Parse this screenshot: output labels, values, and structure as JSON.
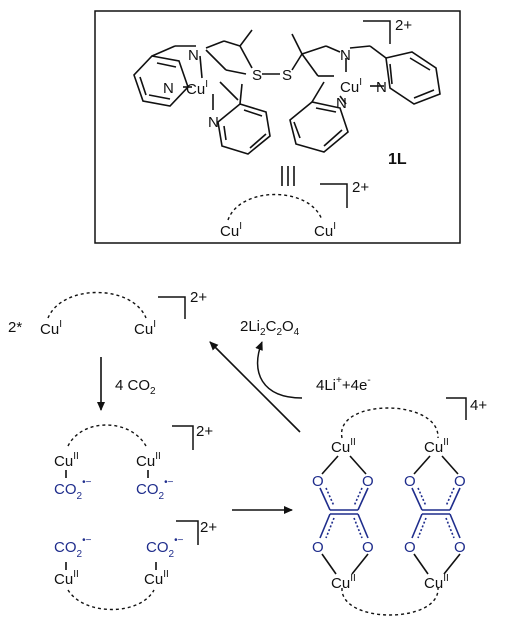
{
  "complex": {
    "cu_left": "Cu",
    "cu_left_ox": "I",
    "cu_right": "Cu",
    "cu_right_ox": "I",
    "n1": "N",
    "n2": "N",
    "n3": "N",
    "n4": "N",
    "n5": "N",
    "n6": "N",
    "s1": "S",
    "s2": "S",
    "charge": "2+",
    "label": "1L",
    "equiv": "≡",
    "simple_cu1": "Cu",
    "simple_cu1_ox": "I",
    "simple_cu2": "Cu",
    "simple_cu2_ox": "I",
    "simple_charge": "2+"
  },
  "cycle": {
    "start_coeff": "2*",
    "start_cu1": "Cu",
    "start_cu1_ox": "I",
    "start_cu2": "Cu",
    "start_cu2_ox": "I",
    "start_charge": "2+",
    "step1_label": "4 CO",
    "step1_sub": "2",
    "mid_cu1": "Cu",
    "mid_cu1_ox": "II",
    "mid_cu2": "Cu",
    "mid_cu2_ox": "II",
    "mid_co2_1": "CO",
    "mid_co2_1_sub": "2",
    "mid_co2_2": "CO",
    "mid_co2_2_sub": "2",
    "mid_charge": "2+",
    "rad_co2_3": "CO",
    "rad_co2_3_sub": "2",
    "rad_co2_4": "CO",
    "rad_co2_4_sub": "2",
    "low_cu1": "Cu",
    "low_cu1_ox": "II",
    "low_cu2": "Cu",
    "low_cu2_ox": "II",
    "low_charge": "2+",
    "radical_anion": "•−",
    "ox_cu_tl": "Cu",
    "ox_cu_tl_ox": "II",
    "ox_cu_tr": "Cu",
    "ox_cu_tr_ox": "II",
    "ox_cu_bl": "Cu",
    "ox_cu_bl_ox": "II",
    "ox_cu_br": "Cu",
    "ox_cu_br_ox": "II",
    "o_atom": "O",
    "ox_charge": "4+",
    "li_product": "2Li",
    "li_product_sub1": "2",
    "li_product_c": "C",
    "li_product_sub2": "2",
    "li_product_o": "O",
    "li_product_sub3": "4",
    "li_reagent": "4Li",
    "li_reagent_sup": "+",
    "li_reagent_mid": "+4e",
    "li_reagent_sup2": "-"
  }
}
